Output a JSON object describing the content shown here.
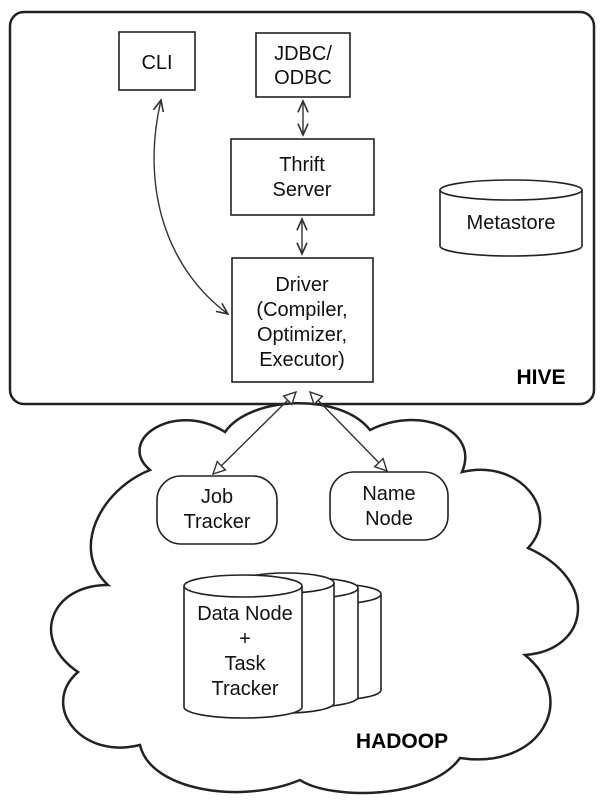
{
  "hive": {
    "title": "HIVE",
    "cli": "CLI",
    "jdbc_line1": "JDBC/",
    "jdbc_line2": "ODBC",
    "thrift_line1": "Thrift",
    "thrift_line2": "Server",
    "driver_line1": "Driver",
    "driver_line2": "(Compiler,",
    "driver_line3": "Optimizer,",
    "driver_line4": "Executor)",
    "metastore": "Metastore"
  },
  "hadoop": {
    "title": "HADOOP",
    "job_tracker_line1": "Job",
    "job_tracker_line2": "Tracker",
    "name_node_line1": "Name",
    "name_node_line2": "Node",
    "data_node_line1": "Data Node",
    "data_node_line2": "+",
    "data_node_line3": "Task",
    "data_node_line4": "Tracker"
  }
}
